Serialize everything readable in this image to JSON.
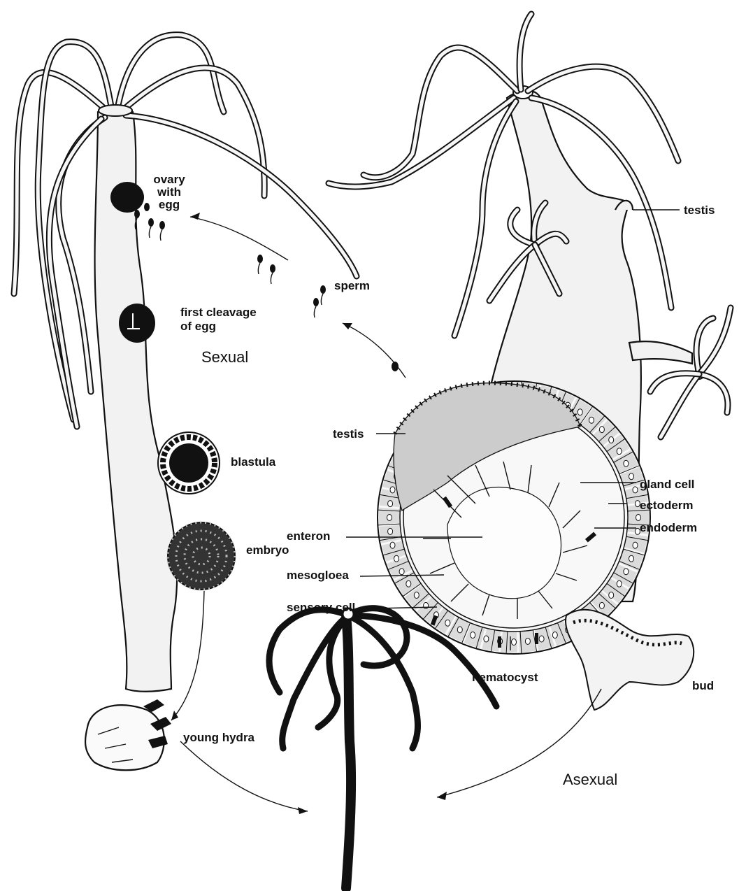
{
  "labels": {
    "ovary": "ovary\nwith\negg",
    "sperm": "sperm",
    "first_cleavage": "first cleavage\nof egg",
    "sexual": "Sexual",
    "blastula": "blastula",
    "embryo": "embryo",
    "young_hydra": "young hydra",
    "testis_top": "testis",
    "testis_section": "testis",
    "gland_cell": "gland cell",
    "ectoderm": "ectoderm",
    "endoderm": "endoderm",
    "enteron": "enteron",
    "mesogloea": "mesogloea",
    "sensory_cell": "sensory cell",
    "nematocyst": "nematocyst",
    "bud": "bud",
    "asexual": "Asexual"
  },
  "colors": {
    "ink": "#111111",
    "fill": "#f2f2f2",
    "paper": "#ffffff"
  }
}
